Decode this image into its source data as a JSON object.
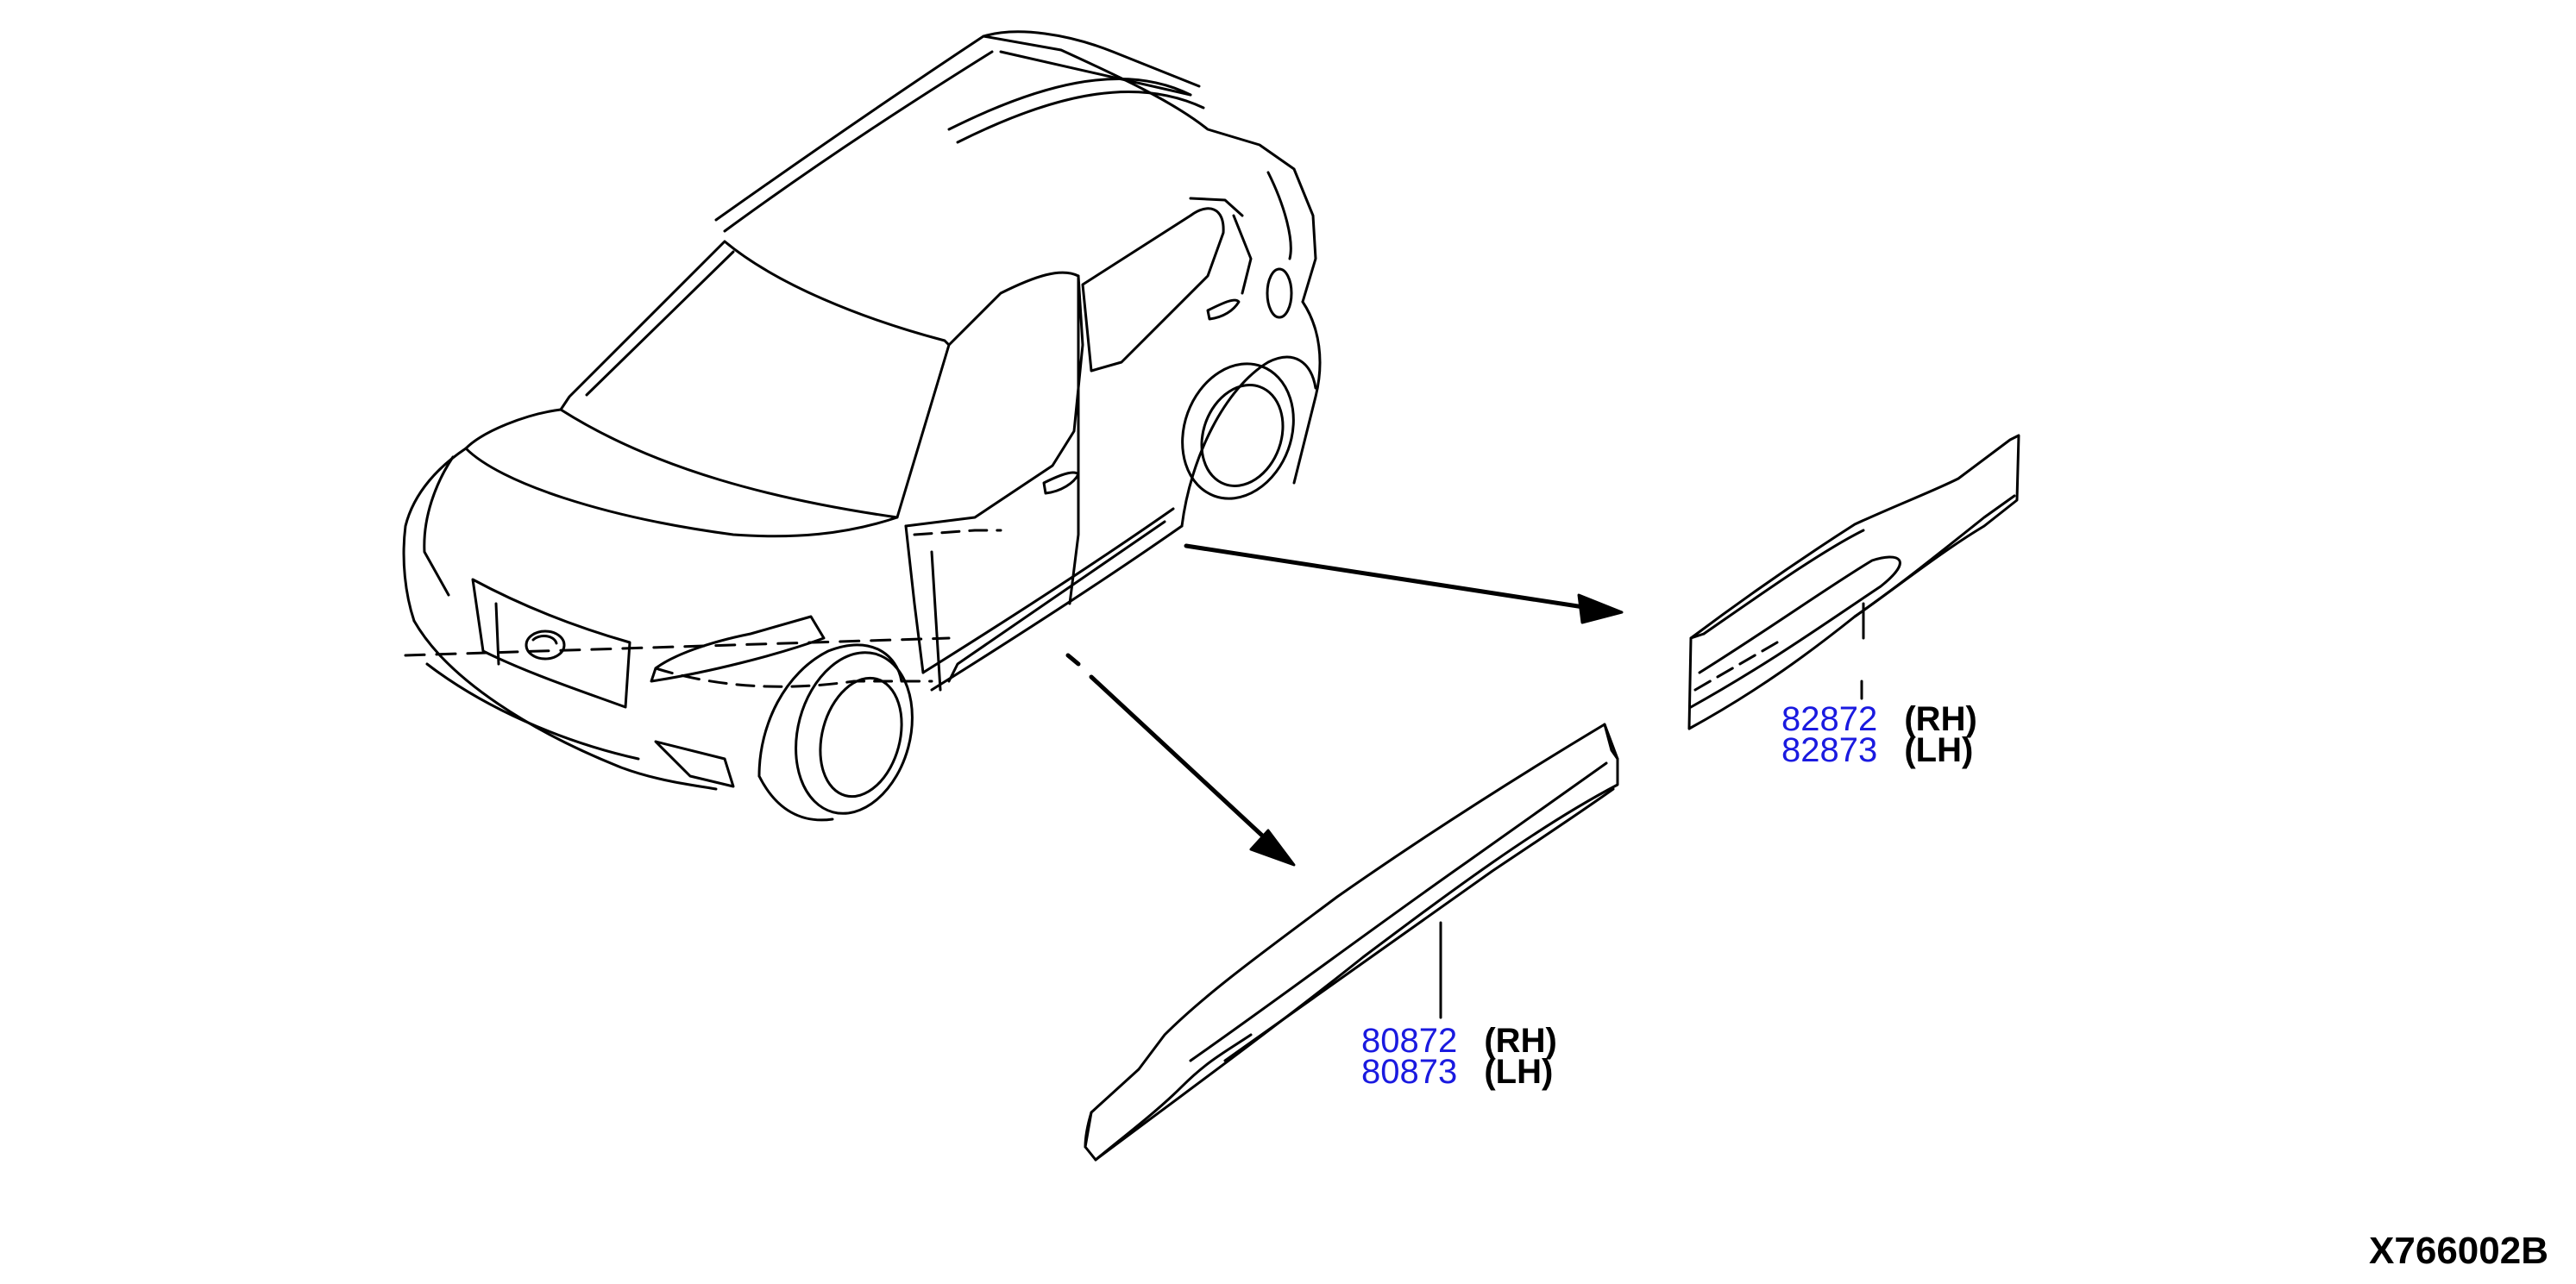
{
  "colors": {
    "part_number": "#1a1ae0",
    "linework": "#000000",
    "background": "#ffffff"
  },
  "callouts": [
    {
      "id": "rear-side-molding",
      "rows": [
        {
          "part_number": "82872",
          "side": "(RH)"
        },
        {
          "part_number": "82873",
          "side": "(LH)"
        }
      ]
    },
    {
      "id": "front-side-molding",
      "rows": [
        {
          "part_number": "80872",
          "side": "(RH)"
        },
        {
          "part_number": "80873",
          "side": "(LH)"
        }
      ]
    }
  ],
  "diagram_ref": "X766002B"
}
